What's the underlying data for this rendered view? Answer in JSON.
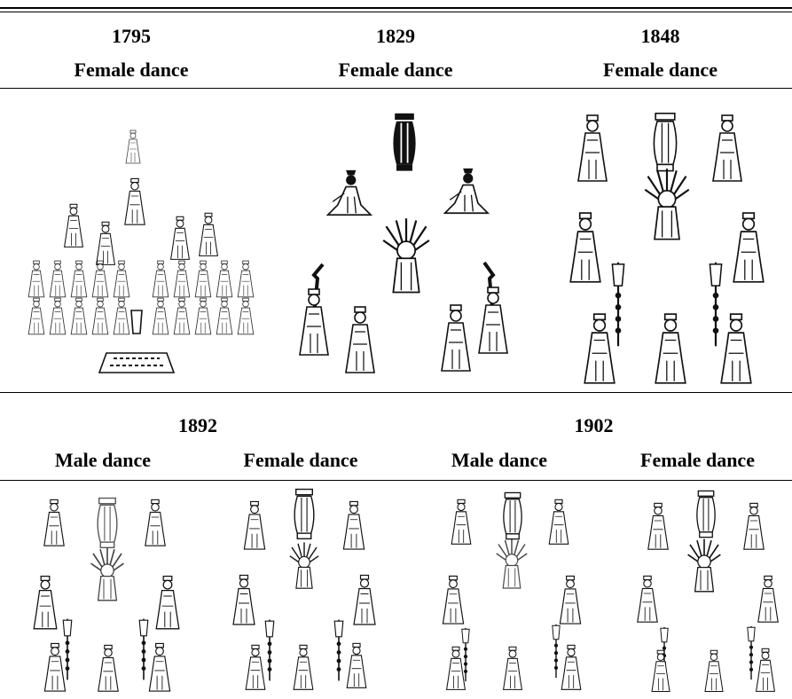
{
  "top_row": [
    {
      "year": "1795",
      "label": "Female dance"
    },
    {
      "year": "1829",
      "label": "Female dance"
    },
    {
      "year": "1848",
      "label": "Female dance"
    }
  ],
  "bottom_row": {
    "years": [
      "1892",
      "1902"
    ],
    "labels": [
      "Male dance",
      "Female dance",
      "Male dance",
      "Female dance"
    ]
  }
}
